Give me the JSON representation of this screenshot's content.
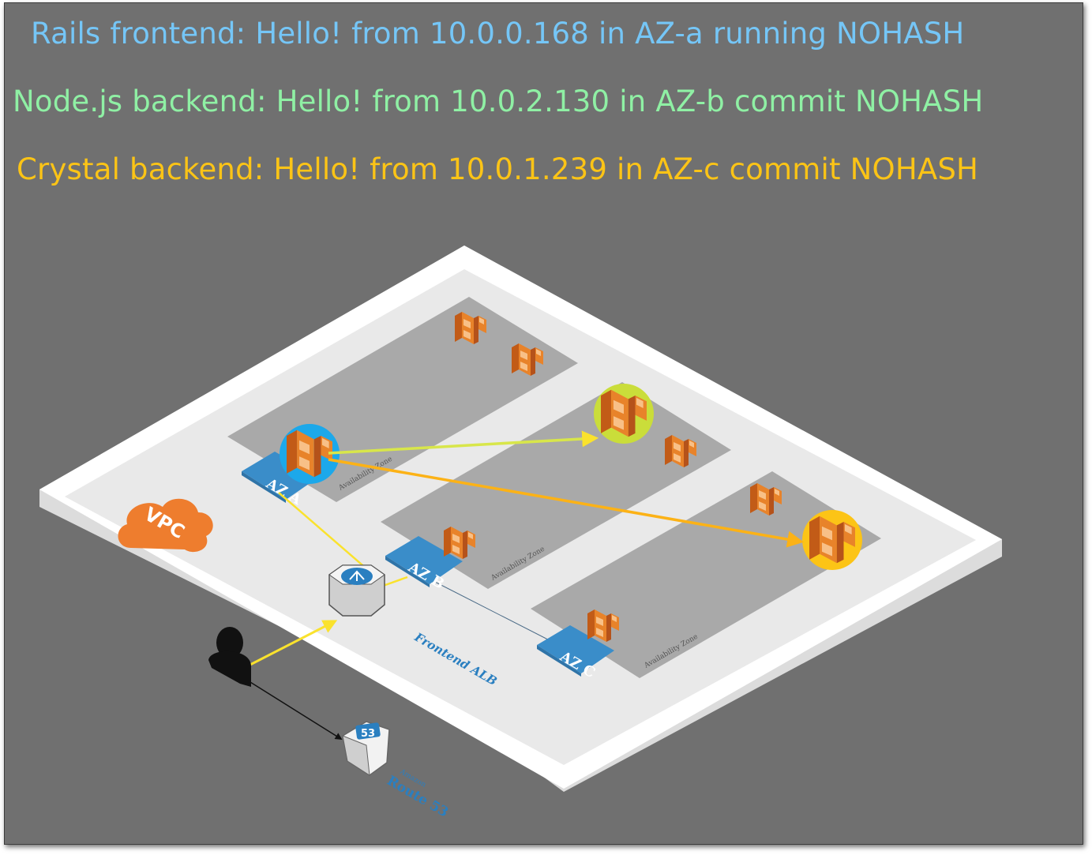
{
  "status_lines": {
    "rails": "Rails frontend: Hello! from 10.0.0.168 in AZ-a running NOHASH",
    "node": "Node.js backend: Hello! from 10.0.2.130 in AZ-b commit NOHASH",
    "crystal": "Crystal backend: Hello! from 10.0.1.239 in AZ-c commit NOHASH"
  },
  "colors": {
    "rails": "#75c6f7",
    "node": "#8ff0a4",
    "crystal": "#fcc416",
    "az_badge": "#3a8dc9",
    "ecs_orange": "#e8832a",
    "vpc_cloud": "#ee7d2e",
    "background": "#707070"
  },
  "diagram": {
    "vpc_label": "VPC",
    "az_labels": [
      "AZ A",
      "AZ B",
      "AZ C"
    ],
    "zone_label": "Availability Zone",
    "alb_label": "Frontend ALB",
    "route53_top": "Amazon",
    "route53_label": "Route 53",
    "route53_badge": "53",
    "icons": [
      "vpc-cloud-icon",
      "ecs-task-icon",
      "load-balancer-icon",
      "user-icon",
      "route53-icon"
    ]
  }
}
